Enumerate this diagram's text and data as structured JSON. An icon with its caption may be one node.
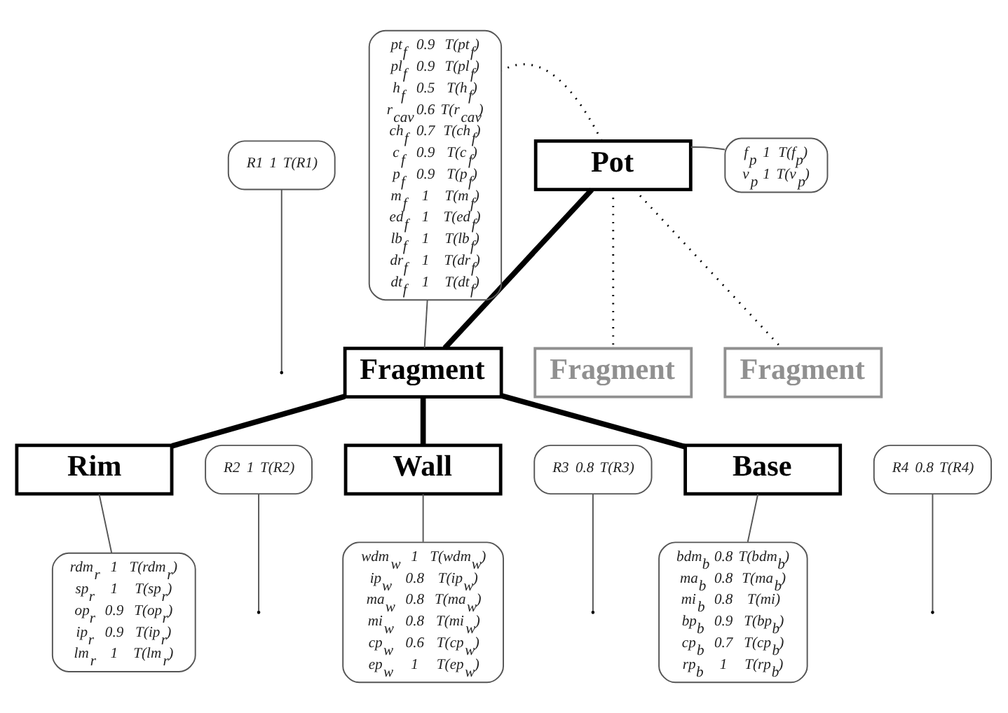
{
  "diagram": {
    "nodes": [
      {
        "text": [
          "Pot"
        ]
      },
      {
        "text": [
          "f$_{p}$ 1 T(f$_{p}$)",
          "v$_{p}$ 1 T(v$_{p}$)"
        ]
      },
      {
        "text": [
          "R1 1 T(R1)"
        ]
      },
      {
        "text": [
          "Fragment"
        ]
      },
      {
        "text": [
          "Fragment"
        ]
      },
      {
        "text": [
          "Fragment"
        ]
      },
      {
        "text": [
          "pt$_{f}$ 0.9 T(pt$_{f}$)",
          "pl$_{f}$ 0.9 T(pl$_{f}$)",
          "h$_{f}$ 0.5 T(h$_{f}$)",
          "r$_{cav}$ 0.6 T(r$_{cav}$)",
          "ch$_{f}$ 0.7 T(ch$_{f}$)",
          "c$_{f}$ 0.9 T(c$_{f}$)",
          "p$_{f}$ 0.9 T(p$_{f}$)",
          "m$_{f}$ 1 T(m$_{f}$)",
          "ed$_{f}$ 1 T(ed$_{f}$)",
          "lb$_{f}$ 1 T(lb$_{f}$)",
          "dr$_{f}$ 1 T(dr$_{f}$)",
          "dt$_{f}$ 1 T(dt$_{f}$)"
        ]
      },
      {
        "text": [
          "R2 1 T(R2)"
        ]
      },
      {
        "text": [
          "R3 0.8 T(R3)"
        ]
      },
      {
        "text": [
          "R4 0.8 T(R4)"
        ]
      },
      {
        "text": [
          "Rim"
        ]
      },
      {
        "text": [
          "Wall"
        ]
      },
      {
        "text": [
          "Base"
        ]
      },
      {
        "text": [
          "rdm$_{r}$ 1 T(rdm$_{r}$)",
          "sp$_{r}$ 1 T(sp$_{r}$)",
          "op$_{r}$ 0.9 T(op$_{r}$)",
          "ip$_{r}$ 0.9 T(ip$_{r}$)",
          "lm$_{r}$ 1 T(lm$_{r}$)"
        ]
      },
      {
        "text": [
          "wdm$_{w}$ 1 T(wdm$_{w}$)",
          "ip$_{w}$ 0.8 T(ip$_{w}$)",
          "ma$_{w}$ 0.8 T(ma$_{w}$)",
          "mi$_{w}$ 0.8 T(mi$_{w}$)",
          "cp$_{w}$ 0.6 T(cp$_{w}$)",
          "ep$_{w}$ 1 T(ep$_{w}$)"
        ]
      },
      {
        "text": [
          "bdm$_{b}$ 0.8 T(bdm$_{b}$)",
          "ma$_{b}$ 0.8 T(ma$_{b}$)",
          "mi$_{b}$ 0.8 T(mi)",
          "bp$_{b}$ 0.9 T(bp$_{b}$)",
          "cp$_{b}$ 0.7 T(cp$_{b}$)",
          "rp$_{b}$ 1 T(rp$_{b}$)"
        ]
      }
    ],
    "edges": [
      {
        "from": 0,
        "to": 1,
        "arrow": "none"
      },
      {
        "from": 0,
        "to": 3,
        "arrow": "none",
        "style": "thick"
      },
      {
        "from": 0,
        "to": 4,
        "arrow": "none",
        "style": "dashed"
      },
      {
        "from": 0,
        "to": 5,
        "arrow": "none",
        "style": "dashed"
      },
      {
        "from": 0,
        "to": 6,
        "arrow": "none",
        "style": "dashed"
      },
      {
        "from": 2,
        "to": null,
        "arrow": "none"
      },
      {
        "from": 3,
        "to": 6,
        "arrow": "none"
      },
      {
        "from": 3,
        "to": 10,
        "arrow": "none",
        "style": "thick"
      },
      {
        "from": 3,
        "to": 11,
        "arrow": "none",
        "style": "thick"
      },
      {
        "from": 3,
        "to": 12,
        "arrow": "none",
        "style": "thick"
      },
      {
        "from": 7,
        "to": null,
        "arrow": "none"
      },
      {
        "from": 8,
        "to": null,
        "arrow": "none"
      },
      {
        "from": 9,
        "to": null,
        "arrow": "none"
      },
      {
        "from": 10,
        "to": 13,
        "arrow": "none"
      },
      {
        "from": 11,
        "to": 14,
        "arrow": "none"
      },
      {
        "from": 12,
        "to": 15,
        "arrow": "none"
      }
    ]
  }
}
